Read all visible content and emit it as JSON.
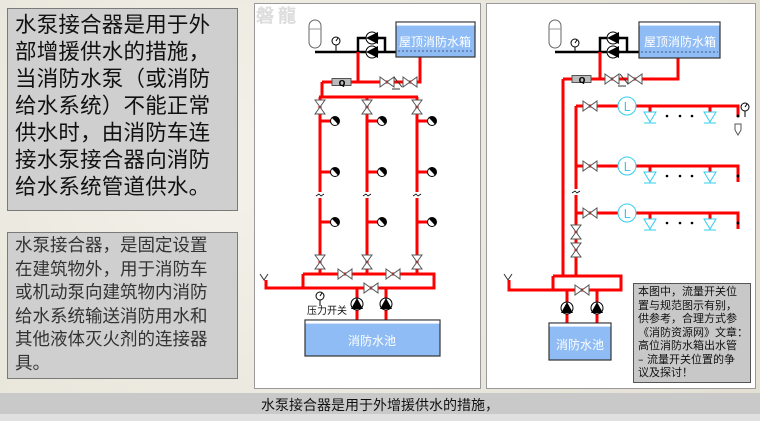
{
  "intro_box": {
    "lines": [
      "水泵接合器是用于外",
      "部增援供水的措施，",
      "当消防水泵（或消防",
      "给水系统）不能正常",
      "供水时，由消防车连",
      "接水泵接合器向消防",
      "给水系统管道供水。"
    ]
  },
  "definition_box": {
    "lines": [
      "水泵接合器，是固定设置",
      "在建筑物外，用于消防车",
      "或机动泵向建筑物内消防",
      "给水系统输送消防用水和",
      "其他液体灭火剂的连接器",
      "具。"
    ]
  },
  "watermark": "磐龍",
  "left_diagram": {
    "roof_tank_label": "屋顶消防水箱",
    "pool_label": "消防水池",
    "pressure_switch_label": "压力开关",
    "flow_meter_label": "Q"
  },
  "right_diagram": {
    "roof_tank_label": "屋顶消防水箱",
    "pool_label": "消防水池",
    "flow_meter_label": "Q",
    "flow_switch_label": "L",
    "note_lines": [
      "本图中，流量开关位",
      "置与规范图示有别，",
      "供参考，合理方式参",
      "《消防资源网》文章：",
      "高位消防水箱出水管",
      "– 流量开关位置的争",
      "议及探讨！"
    ]
  },
  "caption": "水泵接合器是用于外增援供水的措施，",
  "colors": {
    "pipe": "#ff0000",
    "water": "#8fbcf5",
    "sprinkler": "#33ccee"
  }
}
